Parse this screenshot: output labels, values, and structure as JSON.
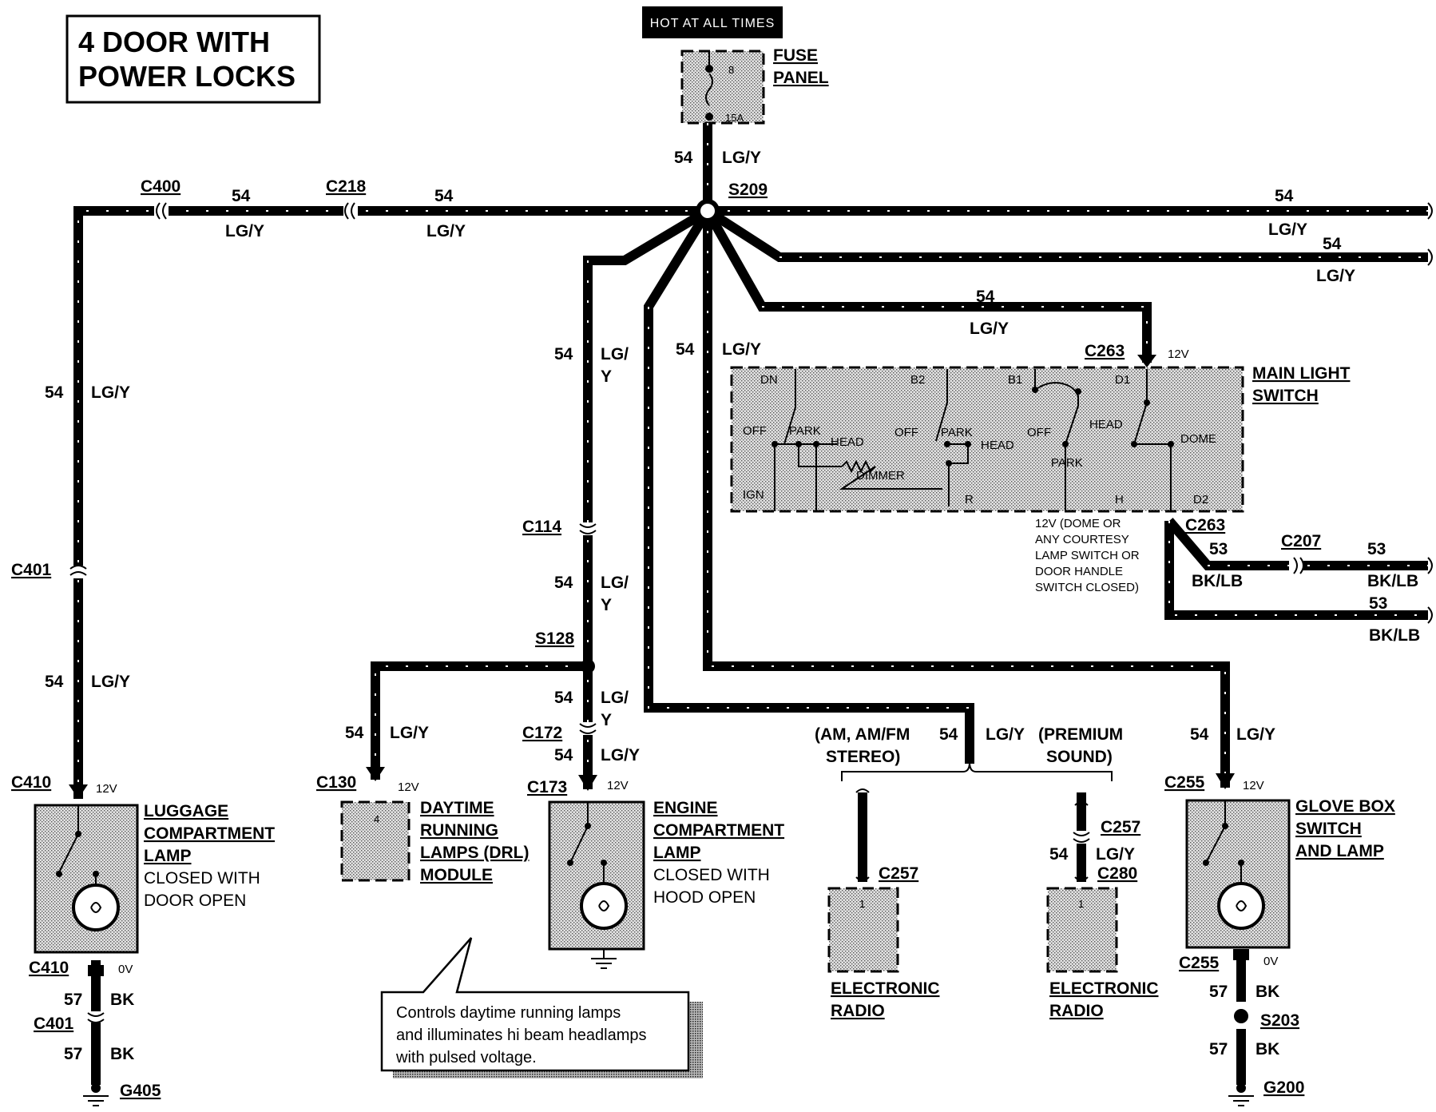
{
  "title": {
    "line1": "4 DOOR WITH",
    "line2": "POWER LOCKS"
  },
  "hot_at_all_times": "HOT AT ALL TIMES",
  "fuse_panel": {
    "line1": "FUSE",
    "line2": "PANEL",
    "fuse_no": "8",
    "fuse_rating": "15A"
  },
  "wire_54": "54",
  "wire_lgy": "LG/Y",
  "wire_lg": "LG/",
  "wire_y": "Y",
  "wire_57": "57",
  "wire_bk": "BK",
  "wire_53": "53",
  "wire_bklb": "BK/LB",
  "v12": "12V",
  "v0": "0V",
  "connectors": {
    "c400": "C400",
    "c218": "C218",
    "s209": "S209",
    "c401": "C401",
    "c410": "C410",
    "c114": "C114",
    "s128": "S128",
    "c130": "C130",
    "c172": "C172",
    "c173": "C173",
    "c263": "C263",
    "c207": "C207",
    "c255": "C255",
    "c257": "C257",
    "c280": "C280",
    "s203": "S203",
    "g405": "G405",
    "g200": "G200"
  },
  "main_light_switch": {
    "line1": "MAIN LIGHT",
    "line2": "SWITCH",
    "dn": "DN",
    "b2": "B2",
    "b1": "B1",
    "d1": "D1",
    "d2": "D2",
    "off": "OFF",
    "park": "PARK",
    "head": "HEAD",
    "dome": "DOME",
    "dimmer": "DIMMER",
    "ign": "IGN",
    "r": "R",
    "h": "H"
  },
  "dome_note": [
    "12V (DOME OR",
    "ANY COURTESY",
    "LAMP SWITCH OR",
    "DOOR HANDLE",
    "SWITCH CLOSED)"
  ],
  "luggage": {
    "line1": "LUGGAGE",
    "line2": "COMPARTMENT",
    "line3": "LAMP",
    "line4": "CLOSED WITH",
    "line5": "DOOR OPEN"
  },
  "drl": {
    "line1": "DAYTIME",
    "line2": "RUNNING",
    "line3": "LAMPS (DRL)",
    "line4": "MODULE",
    "pin": "4"
  },
  "engine": {
    "line1": "ENGINE",
    "line2": "COMPARTMENT",
    "line3": "LAMP",
    "line4": "CLOSED WITH",
    "line5": "HOOD OPEN"
  },
  "glove": {
    "line1": "GLOVE BOX",
    "line2": "SWITCH",
    "line3": "AND LAMP"
  },
  "am_stereo": {
    "line1": "(AM, AM/FM",
    "line2": "STEREO)"
  },
  "premium": {
    "line1": "(PREMIUM",
    "line2": "SOUND)"
  },
  "radio": {
    "line1": "ELECTRONIC",
    "line2": "RADIO",
    "pin": "1"
  },
  "callout": [
    "Controls daytime running lamps",
    "and illuminates hi beam headlamps",
    "with pulsed voltage."
  ]
}
